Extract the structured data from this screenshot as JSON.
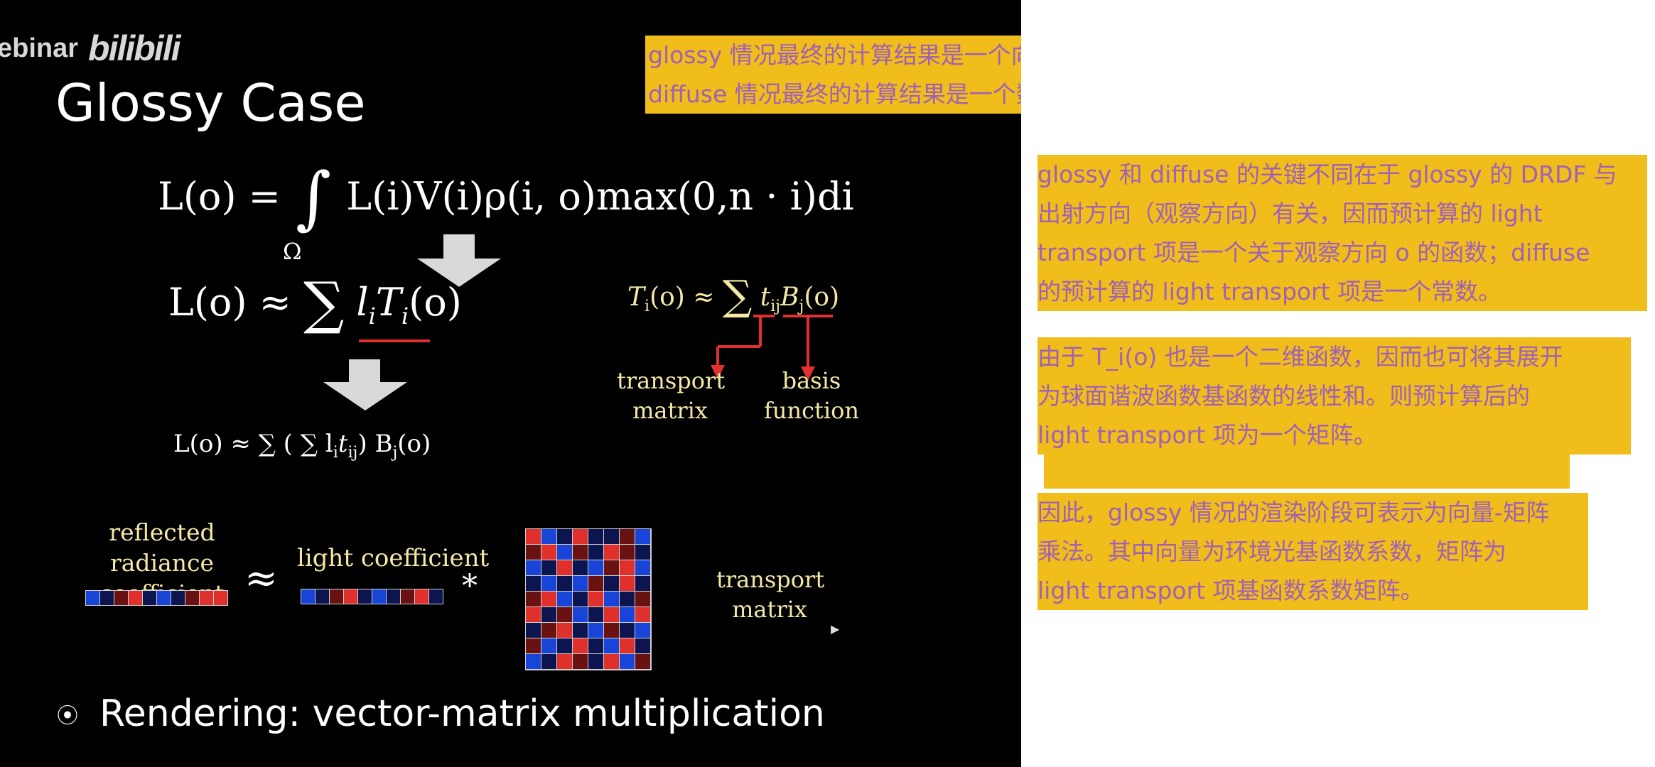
{
  "slide": {
    "watermark_left": "ebinar",
    "watermark_brand": "bilibili",
    "title": "Glossy Case",
    "eq1": {
      "lhs": "L(o) =",
      "integral": "∫",
      "domain": "Ω",
      "rhs": "L(i)V(i)ρ(i, o)max(0,n · i)di"
    },
    "eq2": {
      "lhs": "L(o) ≈",
      "sum": "∑",
      "rhs": "l",
      "sub_i": "i",
      "T": "T",
      "sub_i2": "i",
      "arg": "(o)"
    },
    "eq3": {
      "lhs": "L(o) ≈ ∑ ( ∑ l",
      "sub1": "i",
      "t": "t",
      "sub2": "ij",
      "mid": ") B",
      "sub3": "j",
      "end": "(o)"
    },
    "eq_right": {
      "T": "T",
      "sub_i": "i",
      "lhs_tail": "(o) ≈",
      "sum": "∑",
      "t": "t",
      "sub_ij": "ij",
      "B": "B",
      "sub_j": "j",
      "end": "(o)"
    },
    "label_transport_matrix_1": "transport\nmatrix",
    "label_basis_function": "basis\nfunction",
    "label_reflected": "reflected radiance\ncoefficient",
    "approx_symbol": "≈",
    "label_light_coefficient": "light coefficient",
    "times_symbol": "*",
    "label_transport_matrix_2": "transport\nmatrix",
    "bullet_symbol": "⦿",
    "bullet_text": "Rendering: vector-matrix multiplication",
    "colors": {
      "red": "#e0302b",
      "darkred": "#6a1212",
      "blue": "#1845d8",
      "navy": "#0c1550",
      "yellow": "#f5e9a6",
      "accent_line": "#e03030"
    },
    "reflected_strip": [
      "blue",
      "navy",
      "darkred",
      "red",
      "navy",
      "blue",
      "navy",
      "darkred",
      "red",
      "red"
    ],
    "light_strip": [
      "blue",
      "navy",
      "darkred",
      "red",
      "navy",
      "blue",
      "navy",
      "darkred",
      "red",
      "navy"
    ],
    "matrix": [
      [
        "red",
        "blue",
        "navy",
        "red",
        "navy",
        "navy",
        "darkred",
        "blue"
      ],
      [
        "darkred",
        "red",
        "blue",
        "darkred",
        "navy",
        "red",
        "darkred",
        "navy"
      ],
      [
        "blue",
        "navy",
        "red",
        "navy",
        "blue",
        "darkred",
        "red",
        "blue"
      ],
      [
        "navy",
        "blue",
        "navy",
        "blue",
        "darkred",
        "navy",
        "red",
        "navy"
      ],
      [
        "darkred",
        "red",
        "blue",
        "navy",
        "red",
        "blue",
        "navy",
        "darkred"
      ],
      [
        "red",
        "navy",
        "darkred",
        "blue",
        "navy",
        "red",
        "blue",
        "red"
      ],
      [
        "navy",
        "darkred",
        "red",
        "navy",
        "blue",
        "darkred",
        "navy",
        "blue"
      ],
      [
        "darkred",
        "blue",
        "navy",
        "red",
        "navy",
        "blue",
        "red",
        "navy"
      ],
      [
        "blue",
        "navy",
        "red",
        "darkred",
        "navy",
        "red",
        "blue",
        "darkred"
      ]
    ]
  },
  "notes": {
    "highlight_color": "#f0bd1a",
    "text_color": "#a061b6",
    "note_top": "glossy 情况最终的计算结果是一个向量，向量的各个元素分别对应不同的观察方向；\ndiffuse 情况最终的计算结果是一个数，不同观察方向上的结果相同。",
    "note1": "glossy 和 diffuse 的关键不同在于 glossy 的 DRDF 与\n出射方向（观察方向）有关，因而预计算的 light\ntransport 项是一个关于观察方向 o 的函数；diffuse\n的预计算的 light transport 项是一个常数。",
    "note2": "由于 T_i(o) 也是一个二维函数，因而也可将其展开\n为球面谐波函数基函数的线性和。则预计算后的\nlight transport 项为一个矩阵。",
    "note3": "因此，glossy 情况的渲染阶段可表示为向量-矩阵\n乘法。其中向量为环境光基函数系数，矩阵为\nlight transport 项基函数系数矩阵。"
  }
}
